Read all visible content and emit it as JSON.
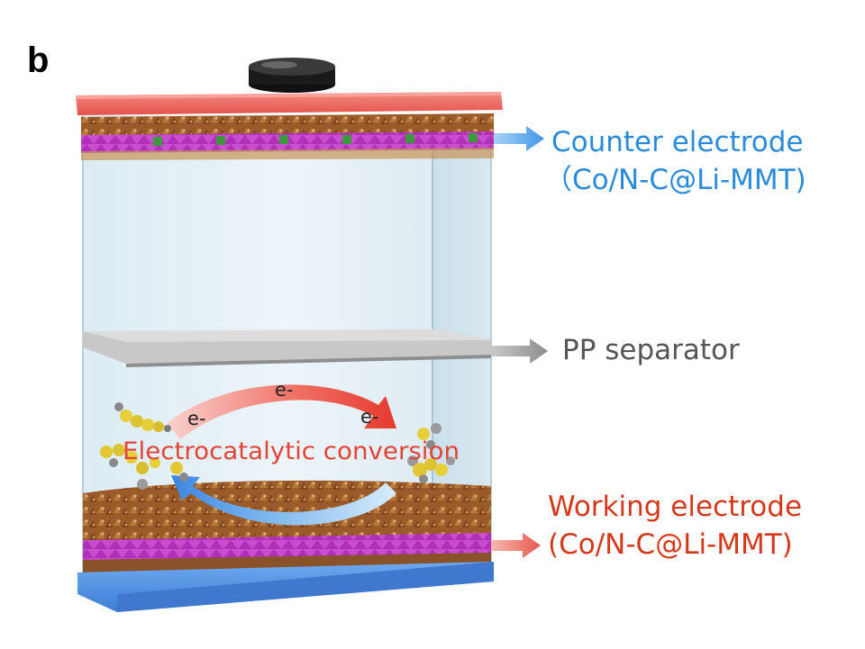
{
  "panel_label": "b",
  "labels": {
    "counter_electrode": [
      "Counter electrode",
      "（Co/N-C@Li-MMT)"
    ],
    "pp_separator": "PP separator",
    "working_electrode": [
      "Working electrode",
      "(Co/N-C@Li-MMT)"
    ]
  },
  "inside": {
    "electron_top": "e-",
    "electron_left": "e-",
    "electron_right": "e-",
    "conversion": "Electrocatalytic conversion"
  },
  "colors": {
    "counter_label": "#2a8bdc",
    "pp_label": "#555555",
    "working_label": "#d4391c",
    "top_cap": "#ee6a63",
    "bottom_base": "#4f8fe0",
    "red_arrow": "#e8423a",
    "blue_arrow": "#3d8fe6"
  }
}
